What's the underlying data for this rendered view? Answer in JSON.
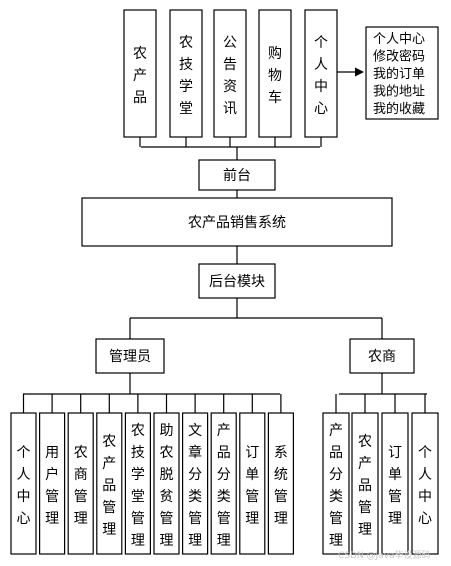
{
  "front": {
    "modules": [
      "农产品",
      "农技学堂",
      "公告资讯",
      "购物车",
      "个人中心"
    ],
    "label": "前台",
    "personal_center_items": [
      "个人中心",
      "修改密码",
      "我的订单",
      "我的地址",
      "我的收藏"
    ]
  },
  "system": {
    "label": "农产品销售系统"
  },
  "backend": {
    "label": "后台模块"
  },
  "admin": {
    "label": "管理员",
    "modules": [
      "个人中心",
      "用户管理",
      "农商管理",
      "农产品管理",
      "农技学堂管理",
      "助农脱贫管理",
      "文章分类管理",
      "产品分类管理",
      "订单管理",
      "系统管理"
    ]
  },
  "farmer": {
    "label": "农商",
    "modules": [
      "产品分类管理",
      "农产品管理",
      "订单管理",
      "个人中心"
    ]
  },
  "watermark": "CSDN @Java毕设源码"
}
